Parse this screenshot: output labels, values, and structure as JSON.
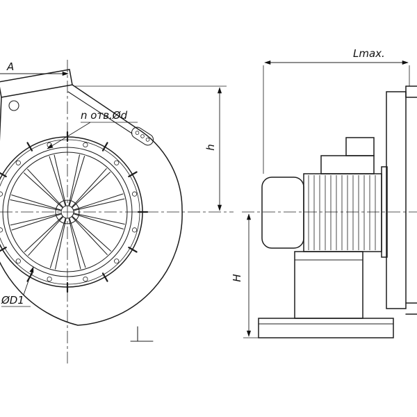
{
  "drawing": {
    "front_view": {
      "dim_a_label": "A",
      "holes_label": "n отв.Ød",
      "dim_h_label": "h",
      "dim_d1_label": "ØD1"
    },
    "side_view": {
      "dim_lmax_label": "Lmax.",
      "dim_h_axis_label": "H"
    }
  }
}
